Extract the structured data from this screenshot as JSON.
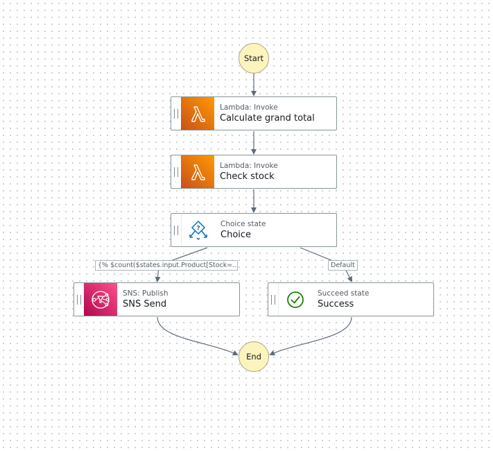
{
  "start": {
    "label": "Start"
  },
  "end": {
    "label": "End"
  },
  "states": {
    "calculate_grand_total": {
      "type": "Lambda: Invoke",
      "name": "Calculate grand total",
      "icon": "lambda-icon"
    },
    "check_stock": {
      "type": "Lambda: Invoke",
      "name": "Check stock",
      "icon": "lambda-icon"
    },
    "choice": {
      "type": "Choice state",
      "name": "Choice",
      "icon": "choice-icon"
    },
    "sns_send": {
      "type": "SNS: Publish",
      "name": "SNS Send",
      "icon": "sns-icon"
    },
    "success": {
      "type": "Succeed state",
      "name": "Success",
      "icon": "check-circle-icon"
    }
  },
  "edges": {
    "choice_rule_label": "{% $count($states.input.Product[Stock=...",
    "default_label": "Default"
  },
  "colors": {
    "lambda_gradient": [
      "#c8511b",
      "#ff9900"
    ],
    "sns_gradient": [
      "#b0084d",
      "#ff4f8b"
    ],
    "terminal_fill": "#fbf4bd",
    "edge_stroke": "#5f6b7a",
    "choice_icon": "#0073bb",
    "success_icon": "#1d8102"
  }
}
